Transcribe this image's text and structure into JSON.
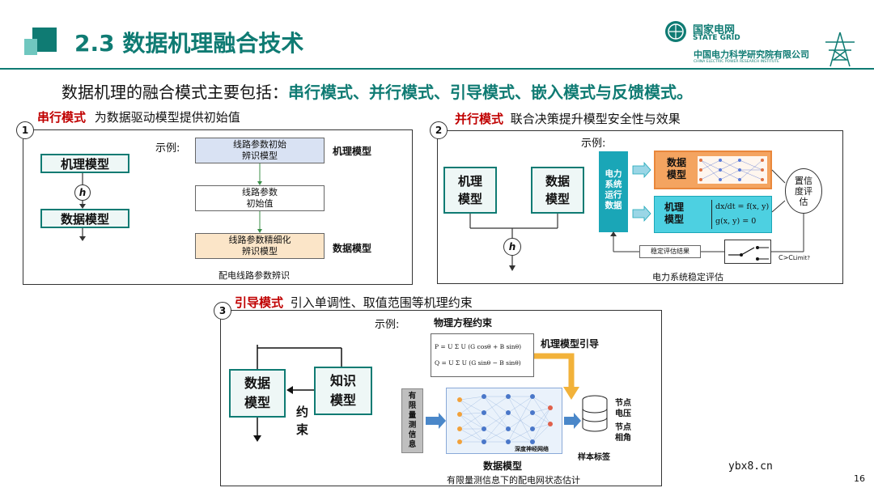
{
  "header": {
    "section_title": "2.3 数据机理融合技术",
    "logo_cn": "国家电网",
    "logo_en": "STATE GRID",
    "institute_cn": "中国电力科学研究院有限公司",
    "institute_en": "CHINA ELECTRIC POWER RESEARCH INSTITUTE"
  },
  "intro": {
    "prefix": "数据机理的融合模式主要包括：",
    "modes": "串行模式、并行模式、引导模式、嵌入模式与反馈模式。"
  },
  "panel1": {
    "number": "1",
    "mode_name": "串行模式",
    "description": "为数据驱动模型提供初始值",
    "example_label": "示例:",
    "left_top": "机理模型",
    "left_h": "h",
    "left_bottom": "数据模型",
    "flow": [
      "线路参数初始辨识模型",
      "线路参数初始值",
      "线路参数精细化辨识模型"
    ],
    "flow_lines": [
      [
        "线路参数初始",
        "辨识模型"
      ],
      [
        "线路参数",
        "初始值"
      ],
      [
        "线路参数精细化",
        "辨识模型"
      ]
    ],
    "side_labels": [
      "机理模型",
      "数据模型"
    ],
    "caption": "配电线路参数辨识"
  },
  "panel2": {
    "number": "2",
    "mode_name": "并行模式",
    "description": "联合决策提升模型安全性与效果",
    "example_label": "示例:",
    "left_a": [
      "机理",
      "模型"
    ],
    "left_b": [
      "数据",
      "模型"
    ],
    "left_h": "h",
    "center": [
      "电力",
      "系统",
      "运行",
      "数据"
    ],
    "data_model": [
      "数据",
      "模型"
    ],
    "mech_model": [
      "机理",
      "模型"
    ],
    "equation1": "dx/dt = f(x, y)",
    "equation2": "g(x, y) = 0",
    "result": [
      "置信",
      "度评",
      "估"
    ],
    "eval_result": "稳定评估结果",
    "condition": "C>C",
    "condition_sub": "Limit?",
    "caption": "电力系统稳定评估"
  },
  "panel3": {
    "number": "3",
    "mode_name": "引导模式",
    "description": "引入单调性、取值范围等机理约束",
    "example_label": "示例:",
    "data_model": [
      "数据",
      "模型"
    ],
    "knowledge_model": [
      "知识",
      "模型"
    ],
    "constraint": [
      "约",
      "束"
    ],
    "physics_title": "物理方程约束",
    "eq_p": "P = U Σ U (G cosθ + B sinθ)",
    "eq_q": "Q = U Σ U (G sinθ − B sinθ)",
    "mech_guide": "机理模型引导",
    "input_label": [
      "有",
      "限",
      "量",
      "测",
      "信",
      "息"
    ],
    "nn_label": "深度神经网络",
    "output_labels": [
      "节点",
      "电压",
      "节点",
      "相角"
    ],
    "sample_label": "样本标签",
    "data_model_label": "数据模型",
    "caption": "有限量测信息下的配电网状态估计"
  },
  "footer": {
    "watermark": "ybx8.cn",
    "page_number": "16"
  },
  "colors": {
    "teal": "#0f7b73",
    "red": "#c00000",
    "panel_blue": "#1aa6b7",
    "orange": "#f4a460",
    "light_blue": "#d9e2f3",
    "light_orange": "#fbe5c8"
  }
}
